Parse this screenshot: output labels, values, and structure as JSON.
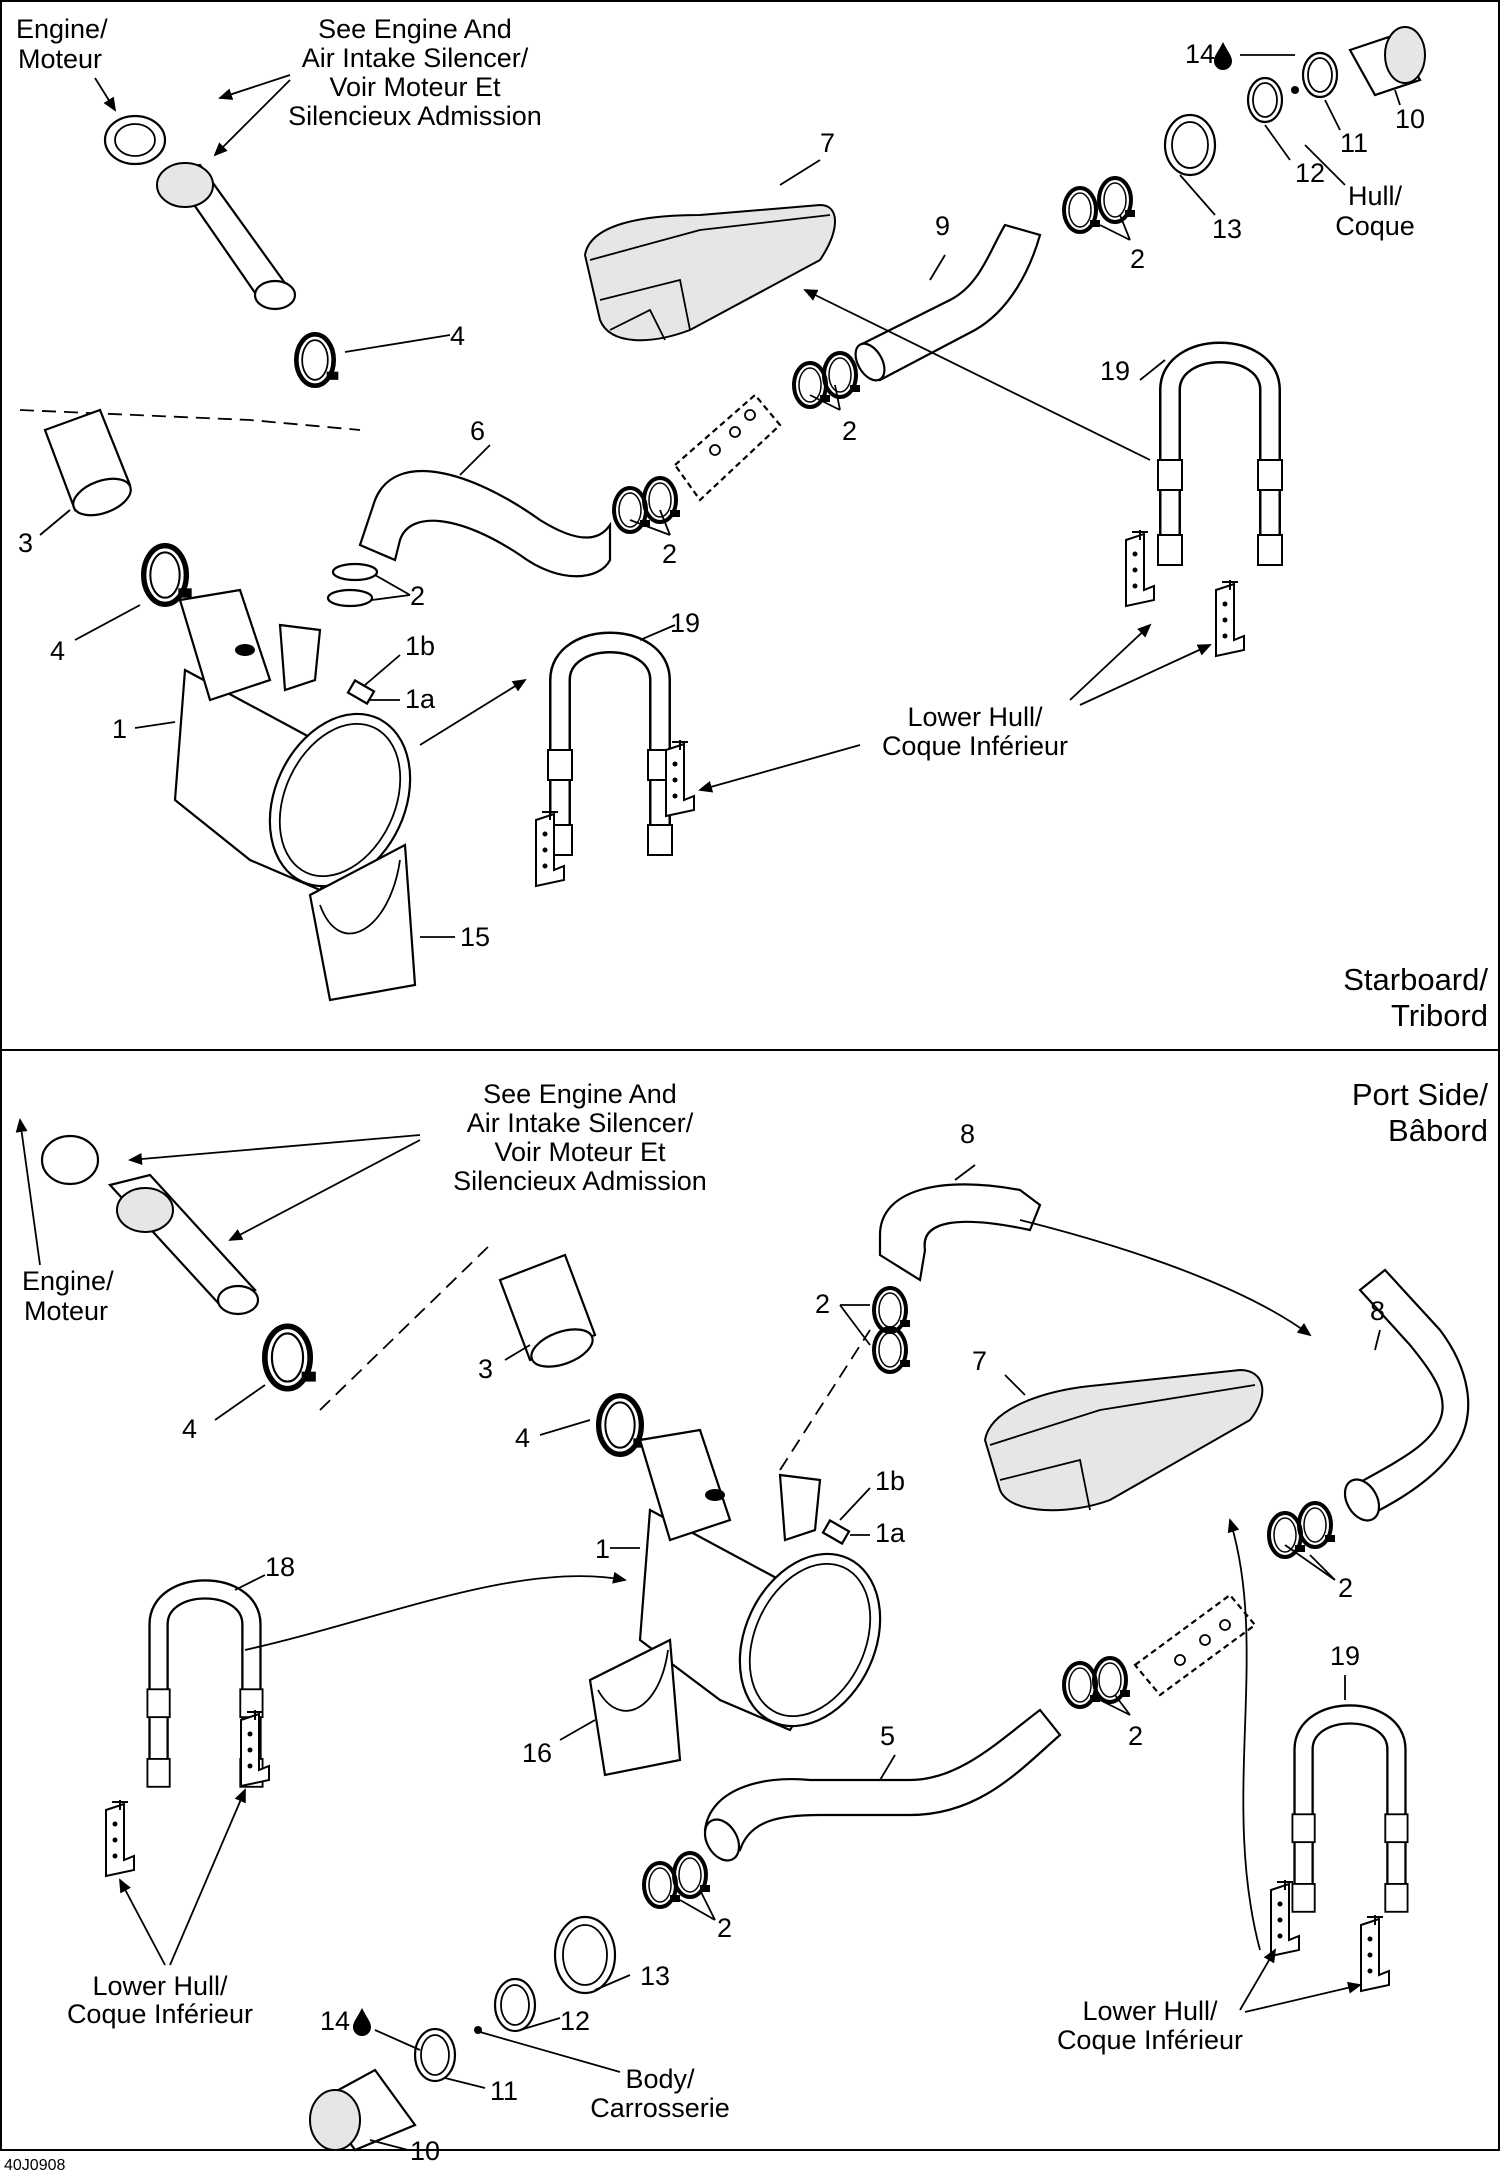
{
  "figure_id": "40J0908",
  "panels": [
    {
      "id": "starboard",
      "title_lines": [
        "Starboard/",
        "Tribord"
      ],
      "notes": {
        "engine": [
          "Engine/",
          "Moteur"
        ],
        "see_engine": [
          "See Engine And",
          "Air Intake Silencer/",
          "Voir Moteur Et",
          "Silencieux Admission"
        ],
        "hull": [
          "Hull/",
          "Coque"
        ],
        "lower_hull": [
          "Lower Hull/",
          "Coque Inférieur"
        ]
      },
      "callouts": {
        "n1": "1",
        "n1a": "1a",
        "n1b": "1b",
        "n2a": "2",
        "n2b": "2",
        "n2c": "2",
        "n2d": "2",
        "n3": "3",
        "n4a": "4",
        "n4b": "4",
        "n6": "6",
        "n7": "7",
        "n9": "9",
        "n10": "10",
        "n11": "11",
        "n12": "12",
        "n13": "13",
        "n14": "14",
        "n15": "15",
        "n19a": "19",
        "n19b": "19"
      }
    },
    {
      "id": "port",
      "title_lines": [
        "Port Side/",
        "Bâbord"
      ],
      "notes": {
        "engine": [
          "Engine/",
          "Moteur"
        ],
        "see_engine": [
          "See Engine And",
          "Air Intake Silencer/",
          "Voir Moteur Et",
          "Silencieux Admission"
        ],
        "body": [
          "Body/",
          "Carrosserie"
        ],
        "lower_hull_left": [
          "Lower Hull/",
          "Coque Inférieur"
        ],
        "lower_hull_right": [
          "Lower Hull/",
          "Coque Inférieur"
        ]
      },
      "callouts": {
        "n1": "1",
        "n1a": "1a",
        "n1b": "1b",
        "n2a": "2",
        "n2b": "2",
        "n2c": "2",
        "n2d": "2",
        "n3": "3",
        "n4a": "4",
        "n4b": "4",
        "n5": "5",
        "n7": "7",
        "n8a": "8",
        "n8b": "8",
        "n10": "10",
        "n11": "11",
        "n12": "12",
        "n13": "13",
        "n14": "14",
        "n16": "16",
        "n18": "18",
        "n19": "19"
      }
    }
  ]
}
